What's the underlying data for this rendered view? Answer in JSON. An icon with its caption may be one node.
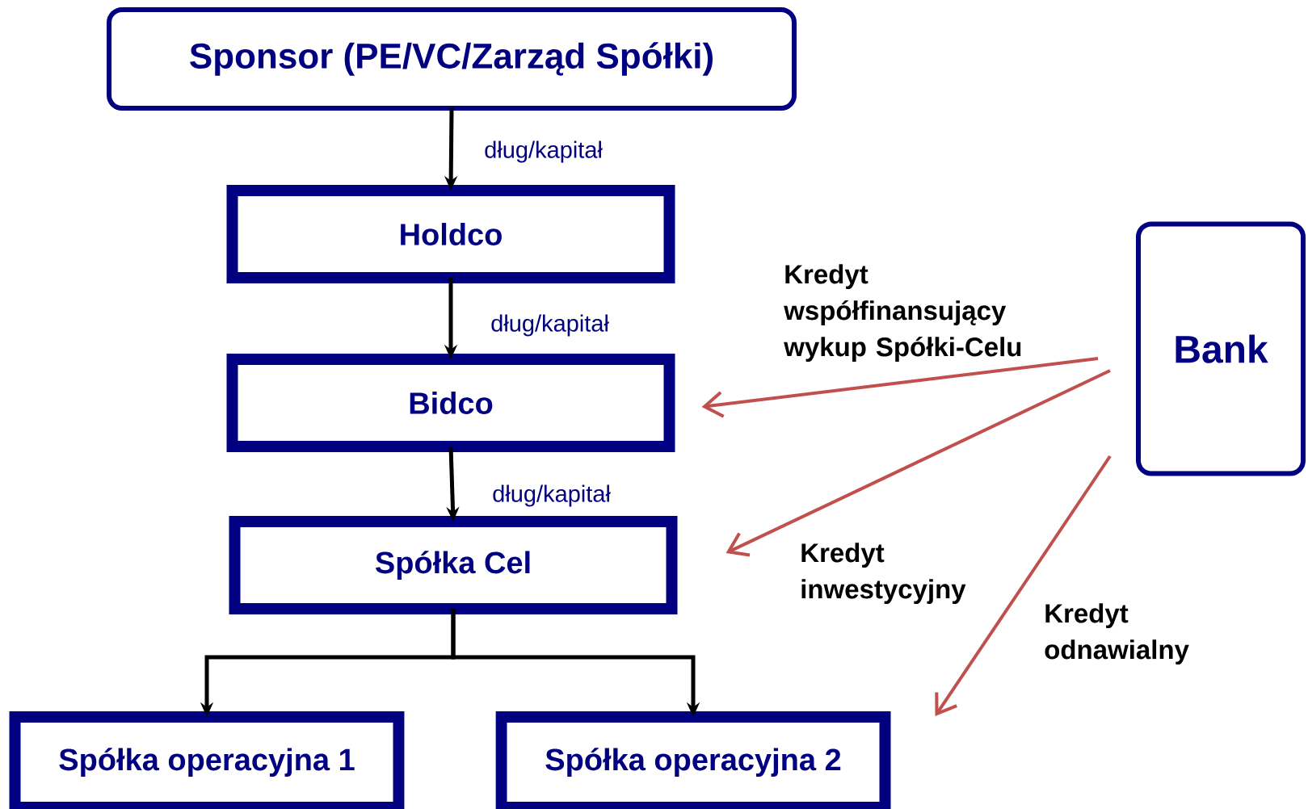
{
  "diagram": {
    "nodes": [
      {
        "text": [
          "Sponsor (PE/VC/Zarząd Spółki)"
        ]
      },
      {
        "text": [
          "Holdco"
        ]
      },
      {
        "text": [
          "Bidco"
        ]
      },
      {
        "text": [
          "Spółka Cel"
        ]
      },
      {
        "text": [
          "Spółka operacyjna 1"
        ]
      },
      {
        "text": [
          "Spółka operacyjna 2"
        ]
      },
      {
        "text": [
          "Bank"
        ]
      }
    ],
    "edges": [
      {
        "from": 0,
        "to": 1,
        "arrow": "to",
        "label": "dług/kapitał"
      },
      {
        "from": 1,
        "to": 2,
        "arrow": "to",
        "label": "dług/kapitał"
      },
      {
        "from": 2,
        "to": 3,
        "arrow": "to",
        "label": "dług/kapitał"
      },
      {
        "from": 3,
        "to": 4,
        "arrow": "to"
      },
      {
        "from": 3,
        "to": 5,
        "arrow": "to"
      },
      {
        "from": 6,
        "to": 2,
        "arrow": "to",
        "label": "Kredyt współfinansujący wykup Spółki-Celu",
        "color": "#c0504d"
      },
      {
        "from": 6,
        "to": 3,
        "arrow": "to",
        "label": "Kredyt inwestycyjny",
        "color": "#c0504d"
      },
      {
        "from": 6,
        "to": 5,
        "arrow": "to",
        "label": "Kredyt odnawialny",
        "color": "#c0504d"
      }
    ]
  }
}
